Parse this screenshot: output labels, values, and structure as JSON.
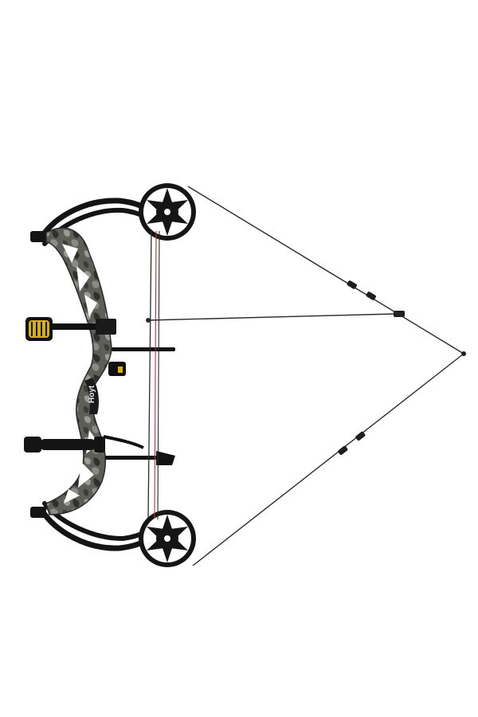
{
  "image": {
    "subject": "compound-bow",
    "background_color": "#ffffff"
  },
  "colors": {
    "limb": "#141414",
    "riser_base": "#5c5e57",
    "riser_light": "#9a9a92",
    "riser_dark": "#2e302b",
    "cam": "#151515",
    "string": "#2a2a2a",
    "serving": "#1e1e1e",
    "sight_pin": "#d6b300",
    "accessory": "#111111",
    "cable_red": "#b03a2e"
  },
  "brand_mark": {
    "text": "Hoyt"
  },
  "icons": [
    "riser",
    "upper-limb",
    "lower-limb",
    "upper-cam",
    "lower-cam",
    "bowstring",
    "string-serving",
    "d-loop",
    "cables",
    "cable-slide",
    "sight-housing",
    "arrow-rest",
    "stabilizer",
    "back-bar"
  ]
}
